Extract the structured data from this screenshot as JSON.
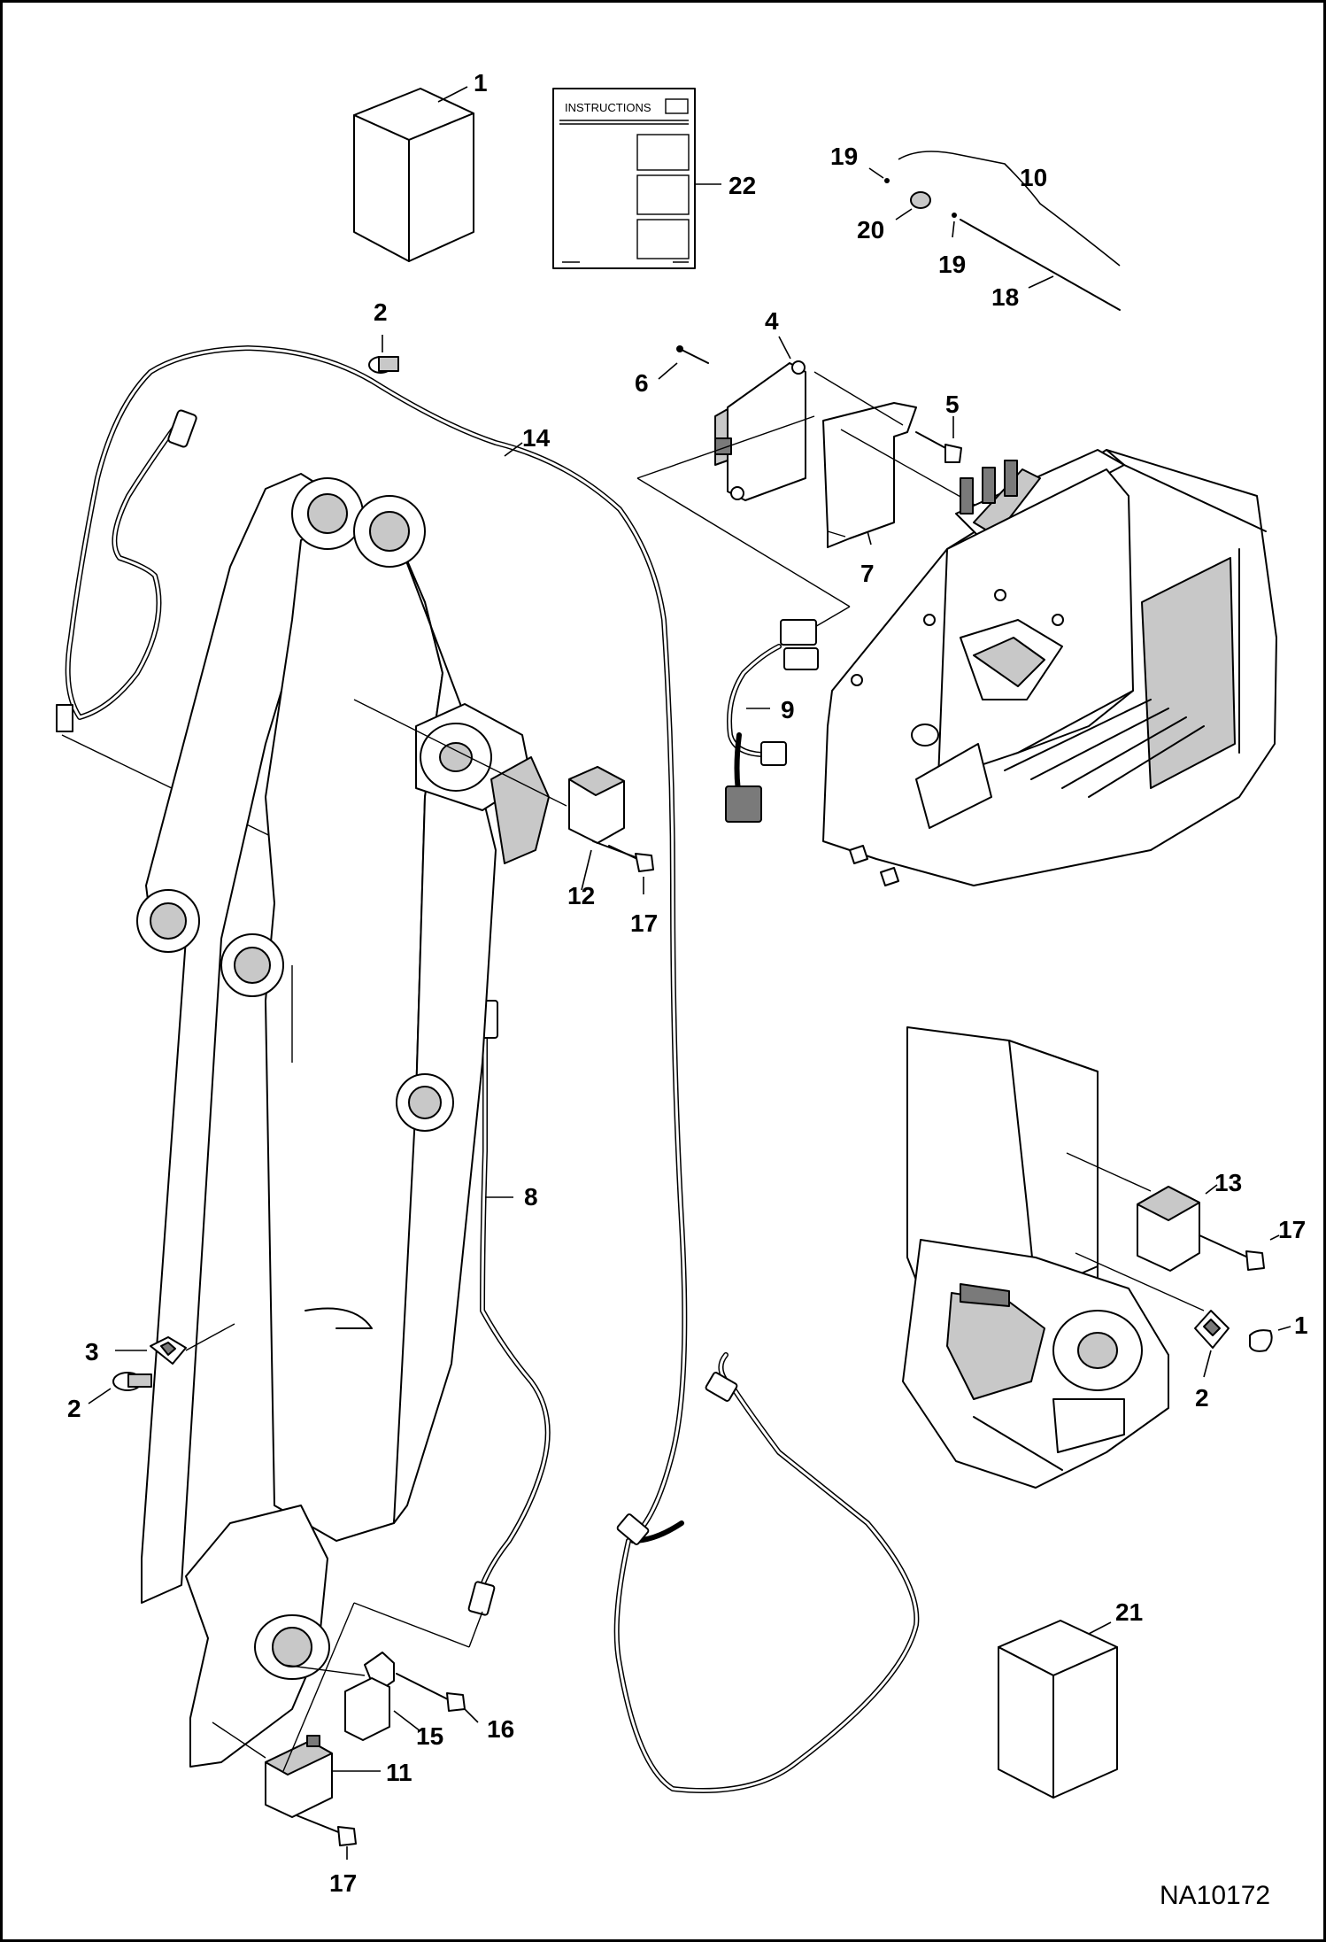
{
  "diagram": {
    "reference_code": "NA10172",
    "instructions_sheet_title": "INSTRUCTIONS",
    "callouts": [
      {
        "id": "c-1a",
        "label": "1"
      },
      {
        "id": "c-22",
        "label": "22"
      },
      {
        "id": "c-19a",
        "label": "19"
      },
      {
        "id": "c-10",
        "label": "10"
      },
      {
        "id": "c-20",
        "label": "20"
      },
      {
        "id": "c-19b",
        "label": "19"
      },
      {
        "id": "c-18",
        "label": "18"
      },
      {
        "id": "c-2a",
        "label": "2"
      },
      {
        "id": "c-4",
        "label": "4"
      },
      {
        "id": "c-6",
        "label": "6"
      },
      {
        "id": "c-5",
        "label": "5"
      },
      {
        "id": "c-14",
        "label": "14"
      },
      {
        "id": "c-7",
        "label": "7"
      },
      {
        "id": "c-9",
        "label": "9"
      },
      {
        "id": "c-12",
        "label": "12"
      },
      {
        "id": "c-17a",
        "label": "17"
      },
      {
        "id": "c-8",
        "label": "8"
      },
      {
        "id": "c-13",
        "label": "13"
      },
      {
        "id": "c-17b",
        "label": "17"
      },
      {
        "id": "c-1b",
        "label": "1"
      },
      {
        "id": "c-2b",
        "label": "2"
      },
      {
        "id": "c-3",
        "label": "3"
      },
      {
        "id": "c-2c",
        "label": "2"
      },
      {
        "id": "c-21",
        "label": "21"
      },
      {
        "id": "c-15",
        "label": "15"
      },
      {
        "id": "c-16",
        "label": "16"
      },
      {
        "id": "c-11",
        "label": "11"
      },
      {
        "id": "c-17c",
        "label": "17"
      }
    ]
  }
}
